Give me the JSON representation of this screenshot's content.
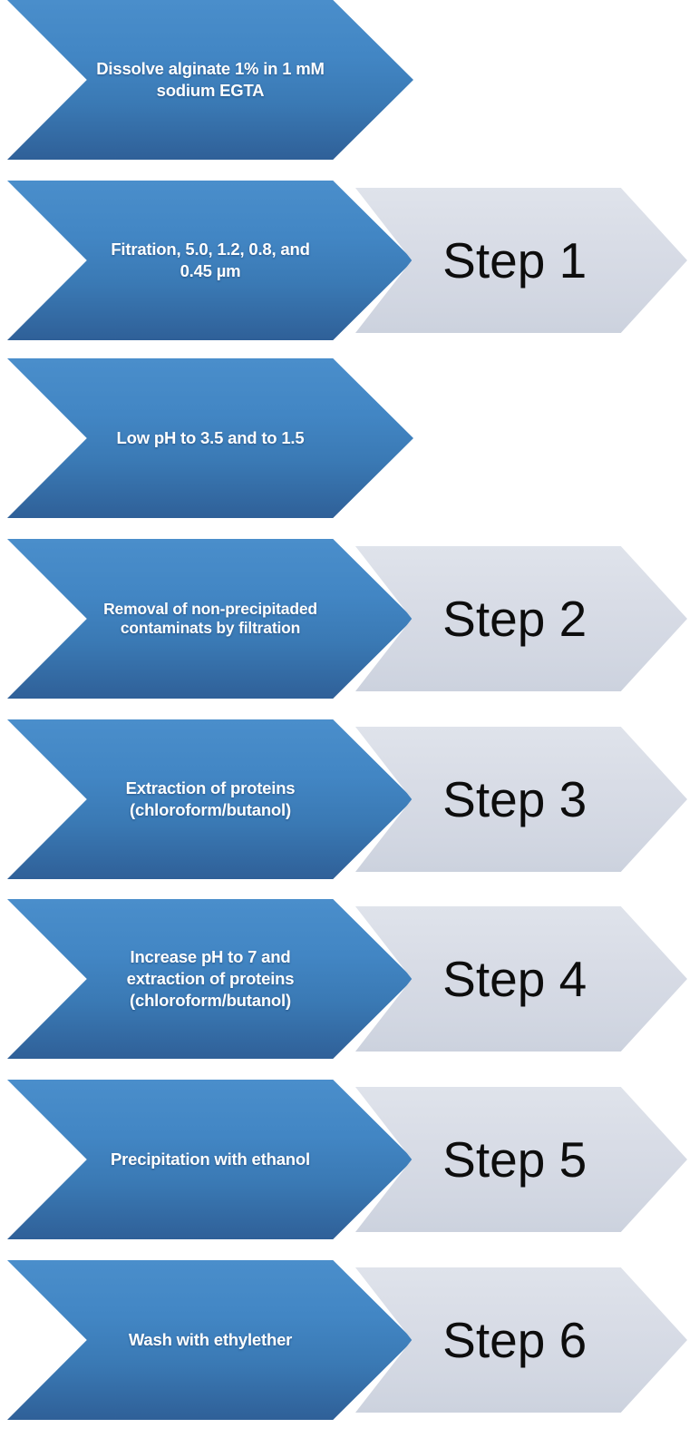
{
  "diagram": {
    "type": "process-flow-chevrons",
    "orientation": "vertical-stack",
    "colors": {
      "process_blue_top": "#4a8ecb",
      "process_blue_bottom": "#2f6098",
      "step_gray": "#d6dae4",
      "process_text": "#ffffff",
      "step_text": "#0d0d0d",
      "background": "#ffffff"
    },
    "rows": [
      {
        "process": "Dissolve alginate 1% in 1 mM sodium EGTA",
        "step": "",
        "has_step": false,
        "dense": false
      },
      {
        "process": "Fitration, 5.0, 1.2, 0.8, and 0.45 µm",
        "step": "Step 1",
        "has_step": true,
        "dense": false
      },
      {
        "process": "Low pH to 3.5 and to 1.5",
        "step": "",
        "has_step": false,
        "dense": false
      },
      {
        "process": "Removal of non-precipitaded contaminats by filtration",
        "step": "Step 2",
        "has_step": true,
        "dense": true
      },
      {
        "process": "Extraction of proteins (chloroform/butanol)",
        "step": "Step 3",
        "has_step": true,
        "dense": false
      },
      {
        "process": "Increase pH to 7 and extraction of proteins (chloroform/butanol)",
        "step": "Step 4",
        "has_step": true,
        "dense": false
      },
      {
        "process": "Precipitation with ethanol",
        "step": "Step 5",
        "has_step": true,
        "dense": false
      },
      {
        "process": "Wash with ethylether",
        "step": "Step 6",
        "has_step": true,
        "dense": false
      }
    ]
  }
}
